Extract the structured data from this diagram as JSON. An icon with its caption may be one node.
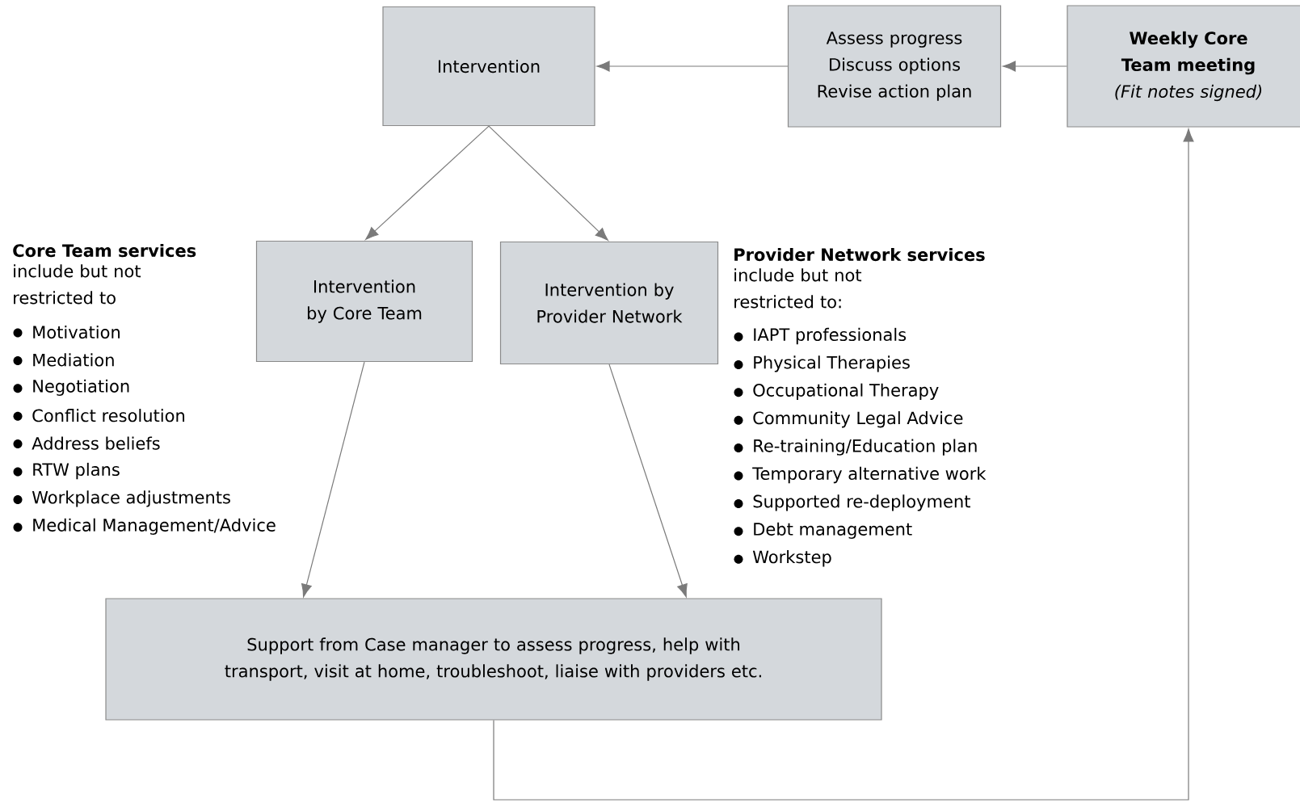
{
  "diagram": {
    "nodes": [
      {
        "text": [
          "Intervention"
        ]
      },
      {
        "text": [
          "Assess progress",
          "Discuss options",
          "Revise action plan"
        ]
      },
      {
        "text": [
          "Weekly Core Team meeting",
          "(Fit notes signed)"
        ]
      },
      {
        "text": [
          "Intervention by Core Team"
        ]
      },
      {
        "text": [
          "Intervention by Provider Network"
        ]
      },
      {
        "text": [
          "Support from Case manager to assess progress, help with transport, visit at home, troubleshoot, liaise with providers etc."
        ]
      }
    ],
    "edges": [
      {
        "from": 1,
        "to": 0,
        "arrow": "to"
      },
      {
        "from": 2,
        "to": 1,
        "arrow": "to"
      },
      {
        "from": 0,
        "to": 3,
        "arrow": "to"
      },
      {
        "from": 0,
        "to": 4,
        "arrow": "to"
      },
      {
        "from": 3,
        "to": 5,
        "arrow": "to"
      },
      {
        "from": 4,
        "to": 5,
        "arrow": "to"
      },
      {
        "from": 5,
        "to": 2,
        "arrow": "to"
      }
    ],
    "labels": [
      "Core Team services",
      "include but not restricted to",
      "Motivation",
      "Mediation",
      "Negotiation",
      "Conflict resolution",
      "Address beliefs",
      "RTW plans",
      "Workplace adjustments",
      "Medical Management/Advice",
      "Provider Network services",
      "include but not restricted to:",
      "IAPT professionals",
      "Physical Therapies",
      "Occupational Therapy",
      "Community Legal Advice",
      "Re-training/Education plan",
      "Temporary alternative work",
      "Supported re-deployment",
      "Debt management",
      "Workstep"
    ]
  }
}
